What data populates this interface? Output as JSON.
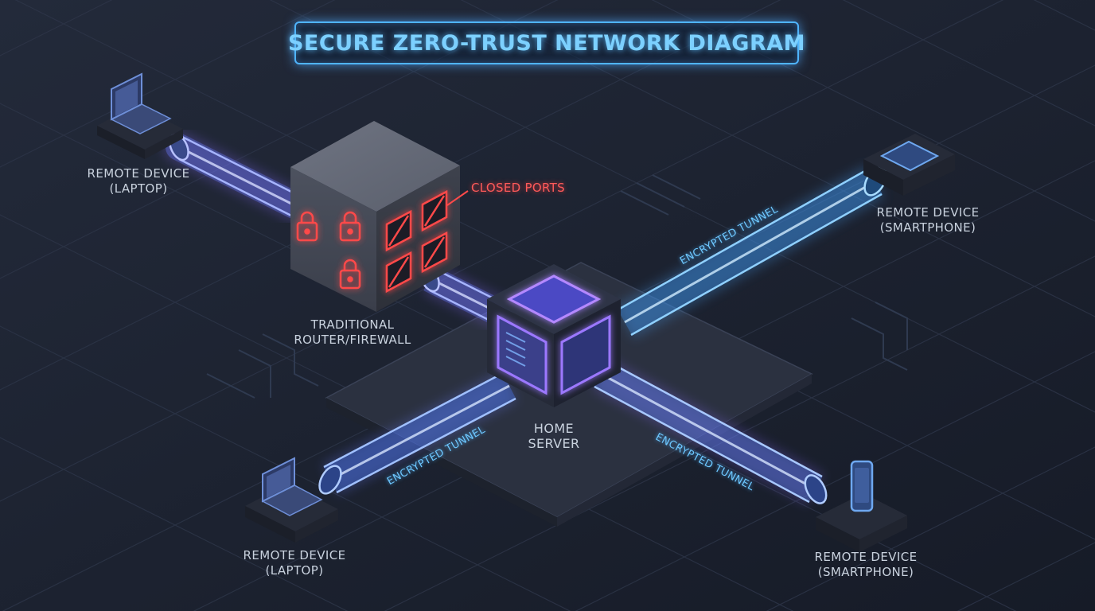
{
  "title": "SECURE ZERO-TRUST NETWORK DIAGRAM",
  "firewall": {
    "label_line1": "TRADITIONAL",
    "label_line2": "ROUTER/FIREWALL",
    "callout": "CLOSED PORTS"
  },
  "server": {
    "label_line1": "HOME",
    "label_line2": "SERVER"
  },
  "devices": {
    "laptop_top": {
      "line1": "REMOTE DEVICE",
      "line2": "(LAPTOP)"
    },
    "phone_right": {
      "line1": "REMOTE DEVICE",
      "line2": "(SMARTPHONE)"
    },
    "laptop_bottom": {
      "line1": "REMOTE DEVICE",
      "line2": "(LAPTOP)"
    },
    "phone_bottom": {
      "line1": "REMOTE DEVICE",
      "line2": "(SMARTPHONE)"
    }
  },
  "tunnels": {
    "to_phone_right": "ENCRYPTED TUNNEL",
    "to_laptop_bottom": "ENCRYPTED TUNNEL",
    "to_phone_bottom": "ENCRYPTED TUNNEL"
  },
  "colors": {
    "background": "#1a2030",
    "tunnel_glow": "#4aa6ff",
    "tunnel_purple": "#8a6bff",
    "alert_red": "#ff4040",
    "title_blue": "#7cd0ff"
  },
  "icons": {
    "lock": "lock-icon",
    "blocked_port": "blocked-port-icon",
    "laptop": "laptop-icon",
    "smartphone": "smartphone-icon",
    "server": "server-icon"
  }
}
